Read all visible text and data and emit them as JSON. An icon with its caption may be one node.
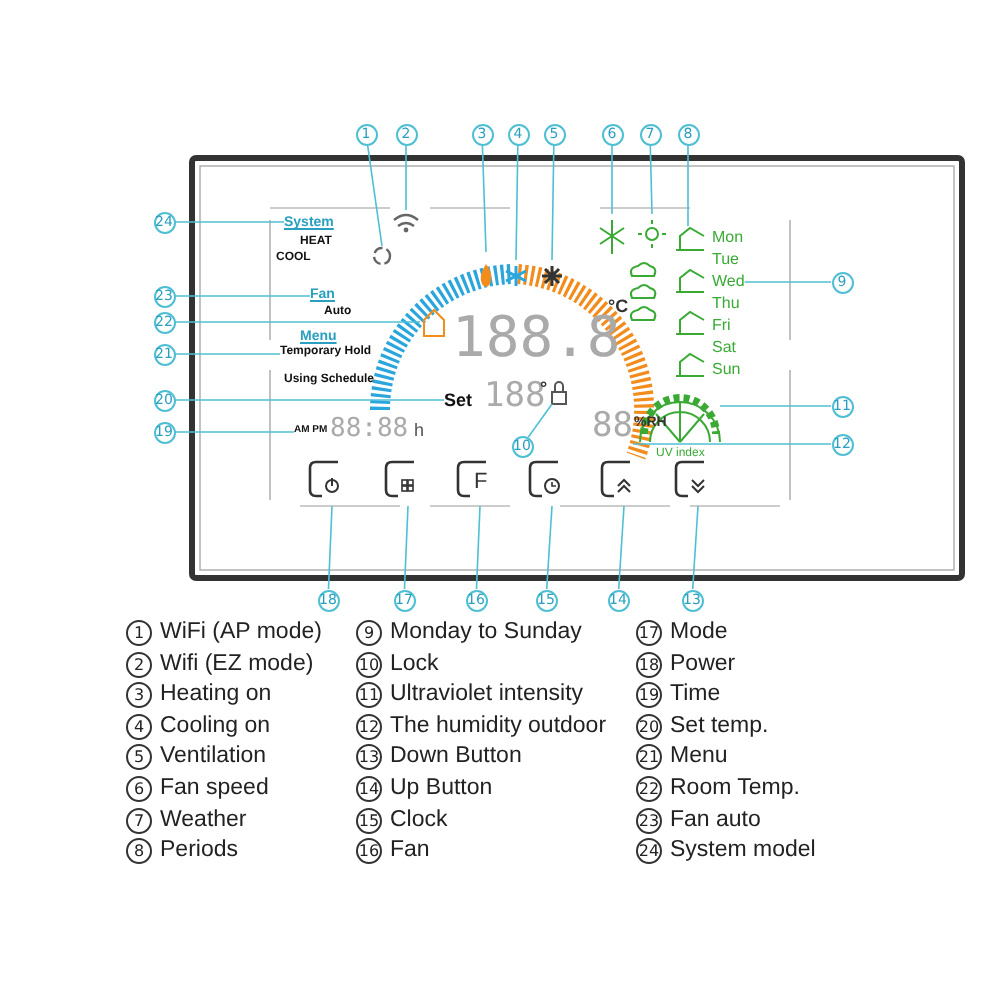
{
  "diagram": {
    "nodes": [
      {
        "text": [
          "1"
        ]
      },
      {
        "text": [
          "2"
        ]
      },
      {
        "text": [
          "3"
        ]
      },
      {
        "text": [
          "4"
        ]
      },
      {
        "text": [
          "5"
        ]
      },
      {
        "text": [
          "6"
        ]
      },
      {
        "text": [
          "7"
        ]
      },
      {
        "text": [
          "8"
        ]
      },
      {
        "text": [
          "9"
        ]
      },
      {
        "text": [
          "10"
        ]
      },
      {
        "text": [
          "11"
        ]
      },
      {
        "text": [
          "12"
        ]
      },
      {
        "text": [
          "13"
        ]
      },
      {
        "text": [
          "14"
        ]
      },
      {
        "text": [
          "15"
        ]
      },
      {
        "text": [
          "16"
        ]
      },
      {
        "text": [
          "17"
        ]
      },
      {
        "text": [
          "18"
        ]
      },
      {
        "text": [
          "19"
        ]
      },
      {
        "text": [
          "20"
        ]
      },
      {
        "text": [
          "21"
        ]
      },
      {
        "text": [
          "22"
        ]
      },
      {
        "text": [
          "23"
        ]
      },
      {
        "text": [
          "24"
        ]
      },
      {
        "text": [
          "System"
        ]
      },
      {
        "text": [
          "Fan"
        ]
      },
      {
        "text": [
          "Temporary Hold"
        ]
      },
      {
        "text": [
          "Set"
        ]
      },
      {
        "text": [
          "AM PM"
        ]
      },
      {
        "text": [
          "Wed"
        ]
      },
      {
        "text": [
          "88"
        ]
      },
      {
        "text": [],
        "shape": "lock"
      }
    ],
    "edges": [
      {
        "from": 0,
        "to": null,
        "arrow": "none"
      },
      {
        "from": 1,
        "to": null,
        "arrow": "none"
      },
      {
        "from": 2,
        "to": null,
        "arrow": "none"
      },
      {
        "from": 3,
        "to": null,
        "arrow": "none"
      },
      {
        "from": 4,
        "to": null,
        "arrow": "none"
      },
      {
        "from": 5,
        "to": null,
        "arrow": "none"
      },
      {
        "from": 6,
        "to": null,
        "arrow": "none"
      },
      {
        "from": 7,
        "to": null,
        "arrow": "none"
      },
      {
        "from": 8,
        "to": 29,
        "arrow": "none"
      },
      {
        "from": 9,
        "to": 31,
        "arrow": "none"
      },
      {
        "from": 10,
        "to": null,
        "arrow": "none"
      },
      {
        "from": 11,
        "to": 30,
        "arrow": "none"
      },
      {
        "from": 12,
        "to": null,
        "arrow": "none"
      },
      {
        "from": 13,
        "to": null,
        "arrow": "none"
      },
      {
        "from": 14,
        "to": null,
        "arrow": "none"
      },
      {
        "from": 15,
        "to": null,
        "arrow": "none"
      },
      {
        "from": 16,
        "to": null,
        "arrow": "none"
      },
      {
        "from": 17,
        "to": null,
        "arrow": "none"
      },
      {
        "from": 18,
        "to": 28,
        "arrow": "none"
      },
      {
        "from": 19,
        "to": 27,
        "arrow": "none"
      },
      {
        "from": 20,
        "to": 26,
        "arrow": "none"
      },
      {
        "from": 21,
        "to": null,
        "arrow": "none"
      },
      {
        "from": 22,
        "to": 25,
        "arrow": "none"
      },
      {
        "from": 23,
        "to": 24,
        "arrow": "none"
      }
    ],
    "labels": [
      "HEAT",
      "COOL",
      "Auto",
      "Menu",
      "Using Schedule",
      "Mon",
      "Tue",
      "Thu",
      "Fri",
      "Sat",
      "Sun",
      "188.8",
      "°C",
      "188",
      "°",
      "88:88",
      "h",
      "%RH",
      "UV index",
      "F",
      "1",
      "WiFi (AP mode)",
      "9",
      "Monday to Sunday",
      "17",
      "Mode",
      "2",
      "Wifi (EZ mode)",
      "10",
      "Lock",
      "18",
      "Power",
      "3",
      "Heating on",
      "11",
      "Ultraviolet intensity",
      "19",
      "Time",
      "4",
      "Cooling on",
      "12",
      "The humidity outdoor",
      "20",
      "Set temp.",
      "5",
      "Ventilation",
      "13",
      "Down Button",
      "21",
      "Menu",
      "6",
      "Fan speed",
      "14",
      "Up Button",
      "22",
      "Room Temp.",
      "7",
      "Weather",
      "15",
      "Clock",
      "23",
      "Fan auto",
      "8",
      "Periods",
      "16",
      "Fan",
      "24",
      "System model"
    ]
  }
}
